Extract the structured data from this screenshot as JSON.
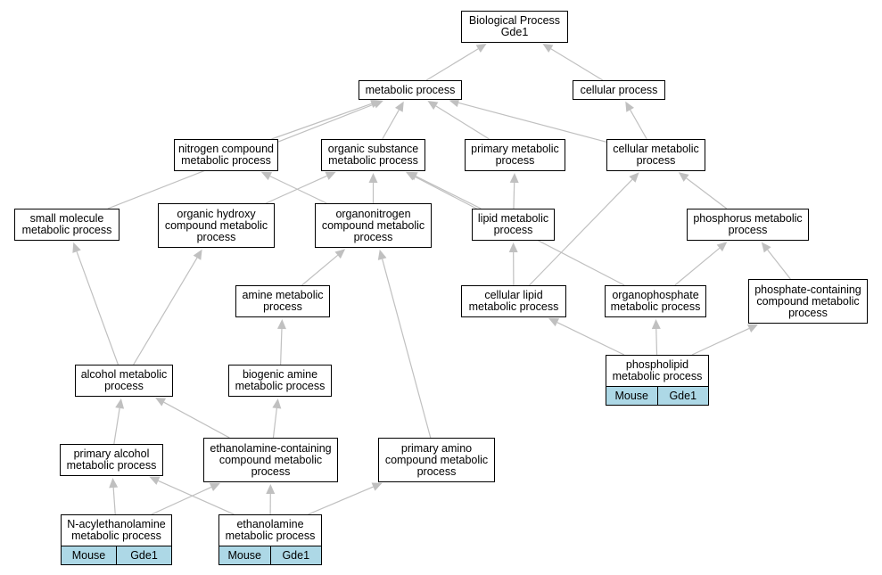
{
  "graph": {
    "nodes": [
      {
        "id": "root",
        "lines": [
          "Biological Process",
          "Gde1"
        ]
      },
      {
        "id": "metabolic",
        "lines": [
          "metabolic process"
        ]
      },
      {
        "id": "cellular",
        "lines": [
          "cellular process"
        ]
      },
      {
        "id": "nitrogen",
        "lines": [
          "nitrogen compound",
          "metabolic process"
        ]
      },
      {
        "id": "organic",
        "lines": [
          "organic substance",
          "metabolic process"
        ]
      },
      {
        "id": "primarymet",
        "lines": [
          "primary metabolic",
          "process"
        ]
      },
      {
        "id": "cellmet",
        "lines": [
          "cellular metabolic",
          "process"
        ]
      },
      {
        "id": "smallmol",
        "lines": [
          "small molecule",
          "metabolic process"
        ]
      },
      {
        "id": "orghydroxy",
        "lines": [
          "organic hydroxy",
          "compound metabolic",
          "process"
        ]
      },
      {
        "id": "organonit",
        "lines": [
          "organonitrogen",
          "compound metabolic",
          "process"
        ]
      },
      {
        "id": "lipid",
        "lines": [
          "lipid metabolic",
          "process"
        ]
      },
      {
        "id": "phosphorus",
        "lines": [
          "phosphorus metabolic",
          "process"
        ]
      },
      {
        "id": "amine",
        "lines": [
          "amine metabolic",
          "process"
        ]
      },
      {
        "id": "celllipid",
        "lines": [
          "cellular lipid",
          "metabolic process"
        ]
      },
      {
        "id": "organophos",
        "lines": [
          "organophosphate",
          "metabolic process"
        ]
      },
      {
        "id": "phoscontain",
        "lines": [
          "phosphate-containing",
          "compound metabolic",
          "process"
        ]
      },
      {
        "id": "alcohol",
        "lines": [
          "alcohol metabolic",
          "process"
        ]
      },
      {
        "id": "biogenic",
        "lines": [
          "biogenic amine",
          "metabolic process"
        ]
      },
      {
        "id": "phospholipid",
        "lines": [
          "phospholipid",
          "metabolic process"
        ],
        "annotation": [
          "Mouse",
          "Gde1"
        ]
      },
      {
        "id": "primalcohol",
        "lines": [
          "primary alcohol",
          "metabolic process"
        ]
      },
      {
        "id": "ethcontain",
        "lines": [
          "ethanolamine-containing",
          "compound metabolic",
          "process"
        ]
      },
      {
        "id": "primamino",
        "lines": [
          "primary amino",
          "compound metabolic",
          "process"
        ]
      },
      {
        "id": "nacyl",
        "lines": [
          "N-acylethanolamine",
          "metabolic process"
        ],
        "annotation": [
          "Mouse",
          "Gde1"
        ]
      },
      {
        "id": "ethanolamine",
        "lines": [
          "ethanolamine",
          "metabolic process"
        ],
        "annotation": [
          "Mouse",
          "Gde1"
        ]
      }
    ],
    "edges": [
      {
        "from": "metabolic",
        "to": "root"
      },
      {
        "from": "cellular",
        "to": "root"
      },
      {
        "from": "nitrogen",
        "to": "metabolic"
      },
      {
        "from": "organic",
        "to": "metabolic"
      },
      {
        "from": "primarymet",
        "to": "metabolic"
      },
      {
        "from": "cellmet",
        "to": "metabolic"
      },
      {
        "from": "smallmol",
        "to": "metabolic"
      },
      {
        "from": "cellmet",
        "to": "cellular"
      },
      {
        "from": "orghydroxy",
        "to": "organic"
      },
      {
        "from": "organonit",
        "to": "nitrogen"
      },
      {
        "from": "organonit",
        "to": "organic"
      },
      {
        "from": "lipid",
        "to": "organic"
      },
      {
        "from": "lipid",
        "to": "primarymet"
      },
      {
        "from": "phosphorus",
        "to": "cellmet"
      },
      {
        "from": "amine",
        "to": "organonit"
      },
      {
        "from": "celllipid",
        "to": "lipid"
      },
      {
        "from": "celllipid",
        "to": "cellmet"
      },
      {
        "from": "organophos",
        "to": "organic"
      },
      {
        "from": "organophos",
        "to": "phosphorus"
      },
      {
        "from": "phoscontain",
        "to": "phosphorus"
      },
      {
        "from": "alcohol",
        "to": "smallmol"
      },
      {
        "from": "alcohol",
        "to": "orghydroxy"
      },
      {
        "from": "biogenic",
        "to": "amine"
      },
      {
        "from": "phospholipid",
        "to": "celllipid"
      },
      {
        "from": "phospholipid",
        "to": "organophos"
      },
      {
        "from": "phospholipid",
        "to": "phoscontain"
      },
      {
        "from": "primalcohol",
        "to": "alcohol"
      },
      {
        "from": "ethcontain",
        "to": "alcohol"
      },
      {
        "from": "ethcontain",
        "to": "biogenic"
      },
      {
        "from": "primamino",
        "to": "organonit"
      },
      {
        "from": "nacyl",
        "to": "primalcohol"
      },
      {
        "from": "nacyl",
        "to": "ethcontain"
      },
      {
        "from": "ethanolamine",
        "to": "primalcohol"
      },
      {
        "from": "ethanolamine",
        "to": "ethcontain"
      },
      {
        "from": "ethanolamine",
        "to": "primamino"
      }
    ]
  },
  "colors": {
    "edge": "#c0c0c0",
    "annotation_fill": "#add8e6",
    "node_border": "#000000"
  }
}
